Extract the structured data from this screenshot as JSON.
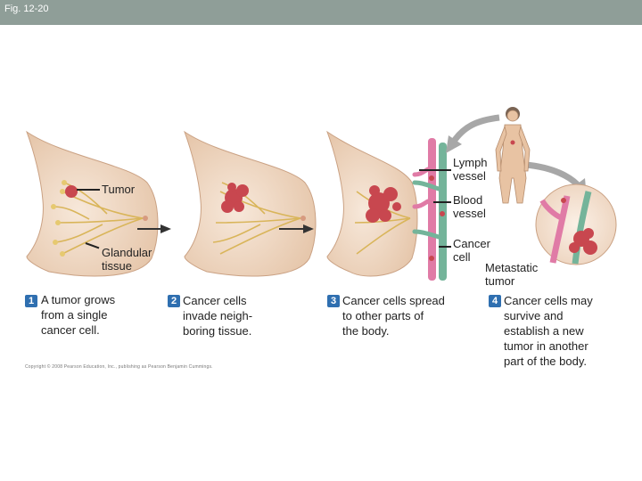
{
  "header": {
    "fig_label": "Fig. 12-20"
  },
  "labels": {
    "tumor": "Tumor",
    "glandular_tissue": "Glandular\ntissue",
    "lymph_vessel": "Lymph\nvessel",
    "blood_vessel": "Blood\nvessel",
    "cancer_cell": "Cancer\ncell",
    "metastatic_tumor": "Metastatic\ntumor"
  },
  "steps": [
    {
      "number": "1",
      "text": "A tumor grows\nfrom a single\ncancer cell."
    },
    {
      "number": "2",
      "text": "Cancer cells\ninvade neigh-\nboring tissue."
    },
    {
      "number": "3",
      "text": "Cancer cells spread\nto other parts of\nthe body."
    },
    {
      "number": "4",
      "text": "Cancer cells may\nsurvive and\nestablish a new\ntumor in another\npart of the body."
    }
  ],
  "copyright": "Copyright © 2008 Pearson Education, Inc., publishing as Pearson Benjamin Cummings.",
  "colors": {
    "header_bar": "#8f9e98",
    "badge": "#2f6fb0",
    "skin": "#f2ddc8",
    "tumor": "#c8474f",
    "lymph_vessel": "#e07ba6",
    "blood_vessel": "#74b49a"
  }
}
